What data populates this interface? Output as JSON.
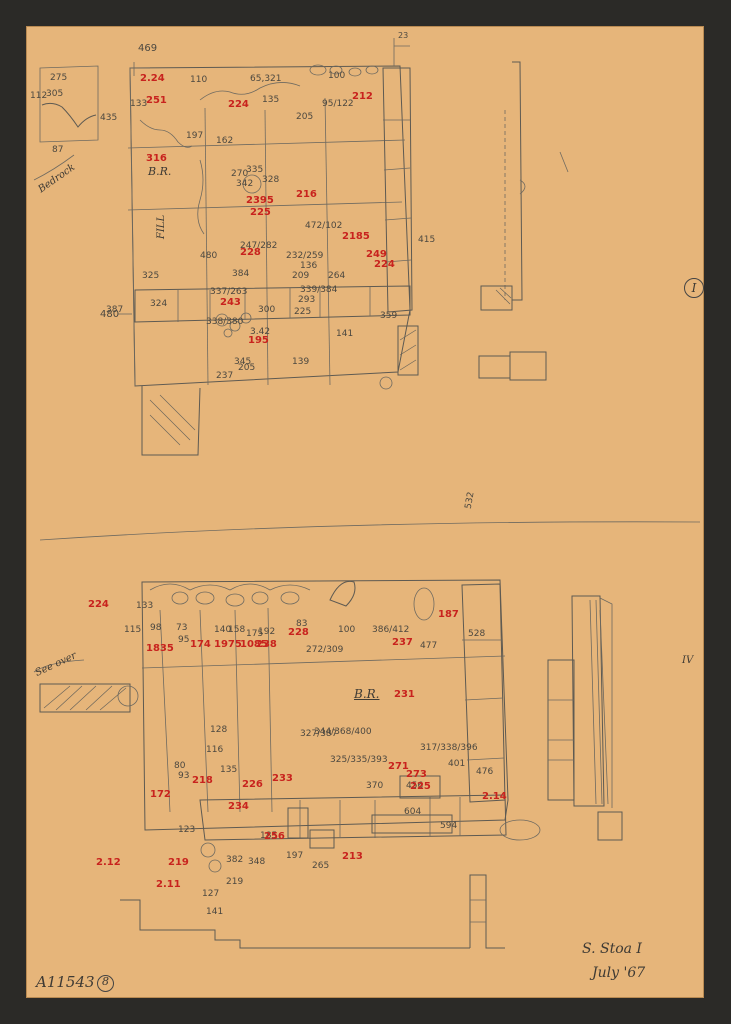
{
  "sheet": {
    "id_code": "A11543",
    "id_number": "8",
    "caption_line1": "S. Stoa I",
    "caption_line2": "July '67",
    "panel_top_marker": "I",
    "panel_bottom_marker": "IV",
    "center_mark": "532"
  },
  "top_plan": {
    "labels": {
      "bedrock": "B.R.",
      "fill": "FILL",
      "side_note": "Bedrock",
      "scale_a": "469",
      "scale_b": "23",
      "edge": "480"
    },
    "grey": [
      "275",
      "305",
      "435",
      "87",
      "112",
      "110",
      "65,321",
      "135",
      "205",
      "95/122",
      "100",
      "133",
      "197",
      "162",
      "270",
      "335",
      "342",
      "328",
      "472/102",
      "247/282",
      "232/259",
      "264",
      "225",
      "141",
      "139",
      "136",
      "205",
      "237",
      "345",
      "3.42",
      "415",
      "338/380",
      "384",
      "337/263",
      "325",
      "324",
      "387",
      "480",
      "359",
      "339/384",
      "293",
      "209",
      "300"
    ],
    "red": [
      "2.24",
      "251",
      "224",
      "212",
      "316",
      "2395",
      "225",
      "216",
      "228",
      "2185",
      "249",
      "224",
      "243",
      "195"
    ]
  },
  "bottom_plan": {
    "labels": {
      "bedrock": "B.R.",
      "side_note": "See over",
      "top_row": "272/309",
      "right_a": "386/412",
      "right_b": "477",
      "right_c": "528"
    },
    "grey": [
      "133",
      "115",
      "98",
      "73",
      "95",
      "140",
      "158",
      "175",
      "192",
      "83",
      "100",
      "128",
      "116",
      "135",
      "80",
      "93",
      "123",
      "127",
      "141",
      "219",
      "265",
      "327/387",
      "344/368/400",
      "325/335/393",
      "370",
      "456",
      "317/338/396",
      "401",
      "476",
      "604",
      "594",
      "382",
      "348",
      "197",
      "185"
    ],
    "red": [
      "224",
      "1835",
      "174",
      "1975",
      "1085",
      "238",
      "228",
      "237",
      "231",
      "187",
      "172",
      "218",
      "226",
      "234",
      "233",
      "256",
      "271",
      "273",
      "225",
      "2.14",
      "2.12",
      "219",
      "2.11",
      "213"
    ]
  }
}
